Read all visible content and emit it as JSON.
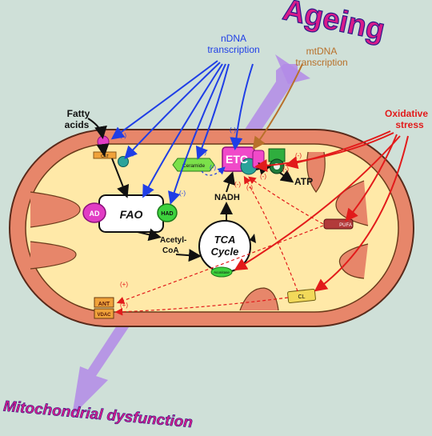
{
  "colors": {
    "background": "#cfe0d8",
    "outer_membrane": "#e7866a",
    "matrix": "#ffe9a8",
    "ndna_blue": "#1f3ee6",
    "mtdna_brown": "#b8702a",
    "stress_red": "#e21b1b",
    "ageing_arrow": "#b38ae8",
    "title_magenta": "#d81b8a"
  },
  "titles": {
    "ageing": "Ageing",
    "mito_dysfunction": "Mitochondrial dysfunction"
  },
  "inputs": {
    "ndna": "nDNA transcription",
    "mtdna": "mtDNA transcription",
    "oxidative": "Oxidative stress",
    "fatty_acids": "Fatty acids"
  },
  "components": {
    "fao": "FAO",
    "tca": "TCA Cycle",
    "etc": "ETC",
    "atp": "ATP",
    "nadh": "NADH",
    "acetyl_coa": "Acetyl-CoA",
    "ad": "AD",
    "had": "HAD",
    "ceramide": "Ceramide",
    "ant": "ANT",
    "vdac": "VDAC",
    "cl": "CL",
    "pufa": "PUFA",
    "cat": "CAT",
    "aconitase": "Aconitase"
  },
  "signs": {
    "minus": "(-)",
    "plus": "(+)"
  },
  "icons": {
    "transporter": "cpt-transporter-icon",
    "atp_synthase": "atp-synthase-icon",
    "etc_complex": "etc-complex-icon"
  }
}
